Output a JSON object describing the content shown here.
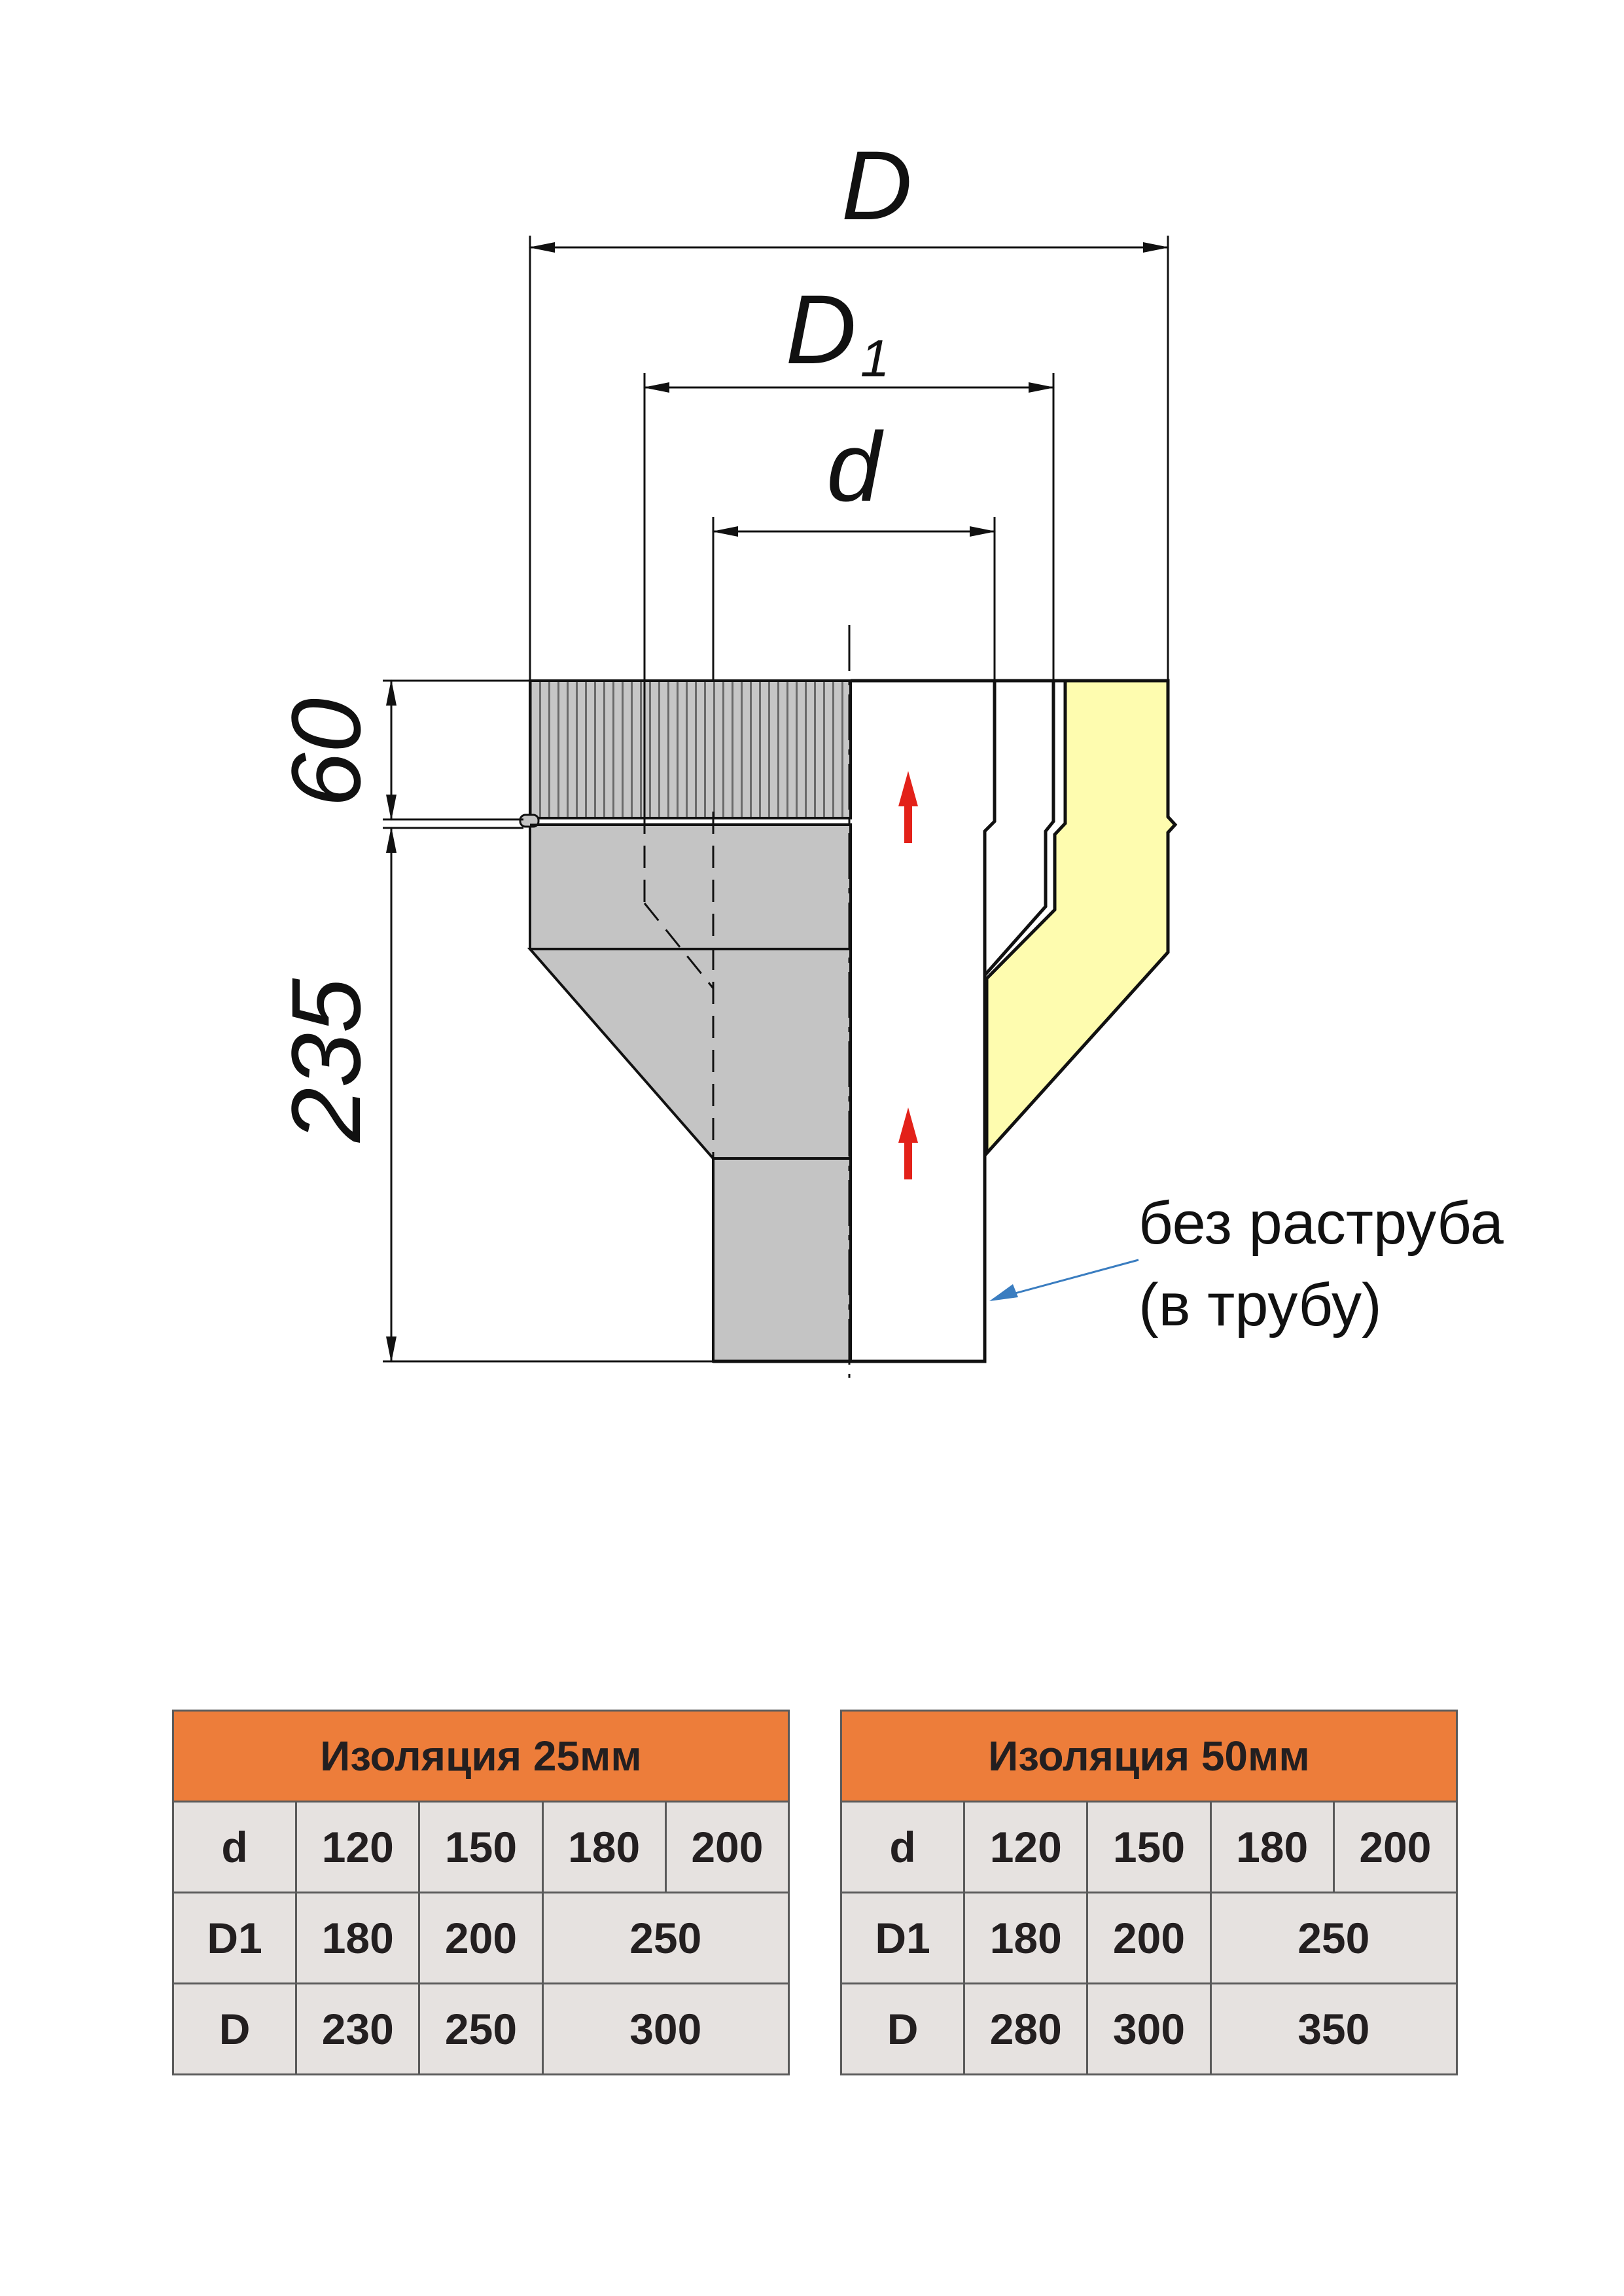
{
  "drawing": {
    "dim_D": "D",
    "dim_D1_main": "D",
    "dim_D1_sub": "1",
    "dim_d": "d",
    "dim_60": "60",
    "dim_235": "235",
    "note_line1": "без раструба",
    "note_line2": "(в трубу)",
    "colors": {
      "insulation": "#fefcaf",
      "steel": "#c4c4c4",
      "arrow": "#e32119",
      "leader": "#3a7dc0"
    }
  },
  "tables": [
    {
      "title": "Изоляция 25мм",
      "rows": [
        [
          "d",
          "120",
          "150",
          "180",
          "200"
        ],
        [
          "D1",
          "180",
          "200",
          "250"
        ],
        [
          "D",
          "230",
          "250",
          "300"
        ]
      ]
    },
    {
      "title": "Изоляция 50мм",
      "rows": [
        [
          "d",
          "120",
          "150",
          "180",
          "200"
        ],
        [
          "D1",
          "180",
          "200",
          "250"
        ],
        [
          "D",
          "280",
          "300",
          "350"
        ]
      ]
    }
  ]
}
